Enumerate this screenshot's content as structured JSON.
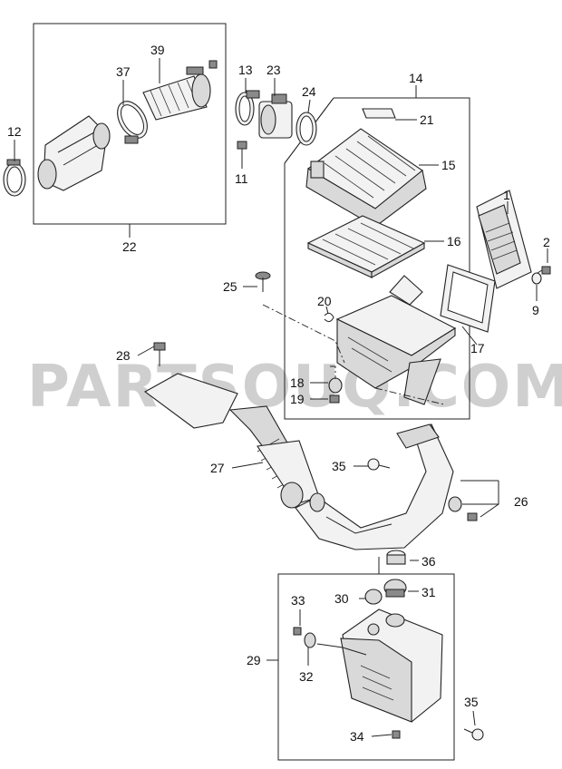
{
  "watermark": "PARTSOUQ.COM",
  "callouts": {
    "c1": "1",
    "c2": "2",
    "c9": "9",
    "c11": "11",
    "c12": "12",
    "c13": "13",
    "c14": "14",
    "c15": "15",
    "c16": "16",
    "c17": "17",
    "c18": "18",
    "c19": "19",
    "c20": "20",
    "c21": "21",
    "c22": "22",
    "c23": "23",
    "c24": "24",
    "c25": "25",
    "c26": "26",
    "c27": "27",
    "c28": "28",
    "c29": "29",
    "c30": "30",
    "c31": "31",
    "c32": "32",
    "c33": "33",
    "c34": "34",
    "c35a": "35",
    "c35b": "35",
    "c36": "36",
    "c37": "37",
    "c39": "39"
  }
}
